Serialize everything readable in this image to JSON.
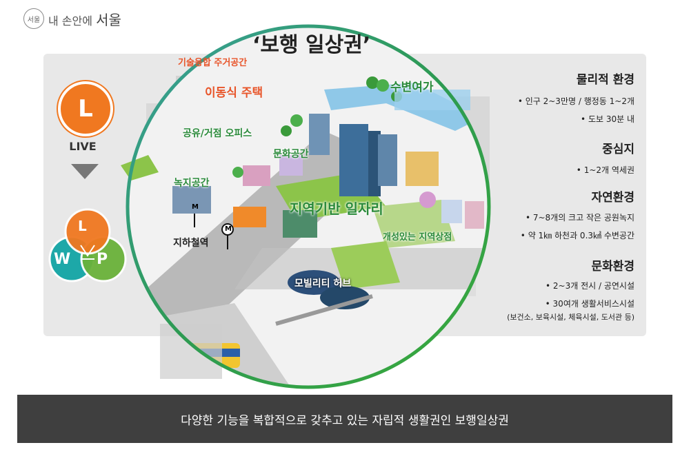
{
  "header": {
    "logo_prefix": "내 손안에",
    "logo_brand": "서울",
    "seal_text": "서울"
  },
  "diagram": {
    "title": "‘보행 일상권’",
    "labels": {
      "tech_housing": "기술융합 주거공간",
      "mobile_housing": "이동식 주택",
      "shared_office": "공유/거점 오피스",
      "culture_space": "문화공간",
      "green_space": "녹지공간",
      "waterfront": "수변여가",
      "local_jobs": "지역기반 일자리",
      "subway": "지하철역",
      "local_shops": "개성있는 지역상점",
      "mobility_hub": "모빌리티 허브"
    },
    "metro_sign": "M"
  },
  "legend": {
    "live_letter": "L",
    "live_label": "LIVE",
    "combo_l": "L",
    "combo_w": "W",
    "combo_p": "P",
    "colors": {
      "live": "#f07820",
      "work": "#13a5a5",
      "play": "#6ab23a"
    }
  },
  "info": {
    "sections": [
      {
        "heading": "물리적 환경",
        "items": [
          "• 인구 2~3만명 / 행정동 1~2개",
          "• 도보 30분 내"
        ]
      },
      {
        "heading": "중심지",
        "items": [
          "• 1~2개 역세권"
        ]
      },
      {
        "heading": "자연환경",
        "items": [
          "• 7~8개의 크고 작은 공원녹지",
          "• 약 1㎞ 하천과 0.3㎢ 수변공간"
        ]
      },
      {
        "heading": "문화환경",
        "items": [
          "• 2~3개 전시 / 공연시설",
          "• 30여개 생활서비스시설",
          "(보건소, 보육시설, 체육시설, 도서관 등)"
        ]
      }
    ]
  },
  "caption": "다양한 기능을 복합적으로 갖추고 있는 자립적 생활권인 보행일상권"
}
